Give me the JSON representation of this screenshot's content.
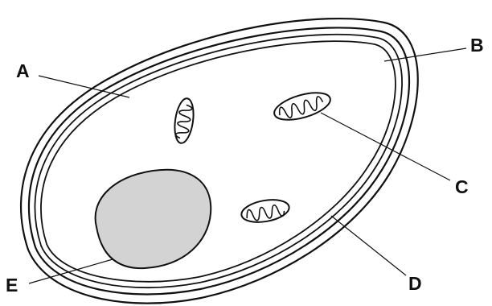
{
  "labels": {
    "a": "A",
    "b": "B",
    "c": "C",
    "d": "D",
    "e": "E"
  },
  "colors": {
    "outline": "#111111",
    "nucleus_fill": "#d3d3d3",
    "background": "#ffffff"
  }
}
